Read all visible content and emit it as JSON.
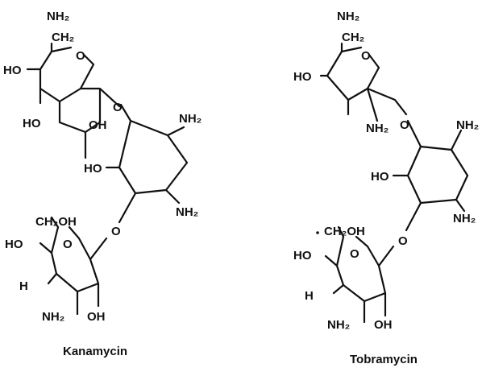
{
  "kanamycin": {
    "caption": "Kanamycin",
    "labels": {
      "nh2_top": "NH₂",
      "ch2_top": "CH₂",
      "ring_o_top": "O",
      "ho_left_top": "HO",
      "ho_bl_top": "HO",
      "oh_br_top": "OH",
      "o_link_1": "O",
      "nh2_mid_top": "NH₂",
      "ho_mid": "HO",
      "nh2_mid_bottom": "NH₂",
      "o_link_2": "O",
      "ch2oh": "CH₂OH",
      "ring_o_bottom": "O",
      "ho_bottom": "HO",
      "h_bottom": "H",
      "nh2_bottom": "NH₂",
      "oh_bottom": "OH"
    }
  },
  "tobramycin": {
    "caption": "Tobramycin",
    "labels": {
      "nh2_top": "NH₂",
      "ch2_top": "CH₂",
      "ring_o_top": "O",
      "ho_left_top": "HO",
      "nh2_top_ring": "NH₂",
      "o_link_1": "O",
      "nh2_mid_top": "NH₂",
      "ho_mid": "HO",
      "nh2_mid_bottom": "NH₂",
      "o_link_2": "O",
      "ch2oh": "CH₂OH",
      "ring_o_bottom": "O",
      "ho_bottom": "HO",
      "h_bottom": "H",
      "nh2_bottom": "NH₂",
      "oh_bottom": "OH"
    }
  }
}
